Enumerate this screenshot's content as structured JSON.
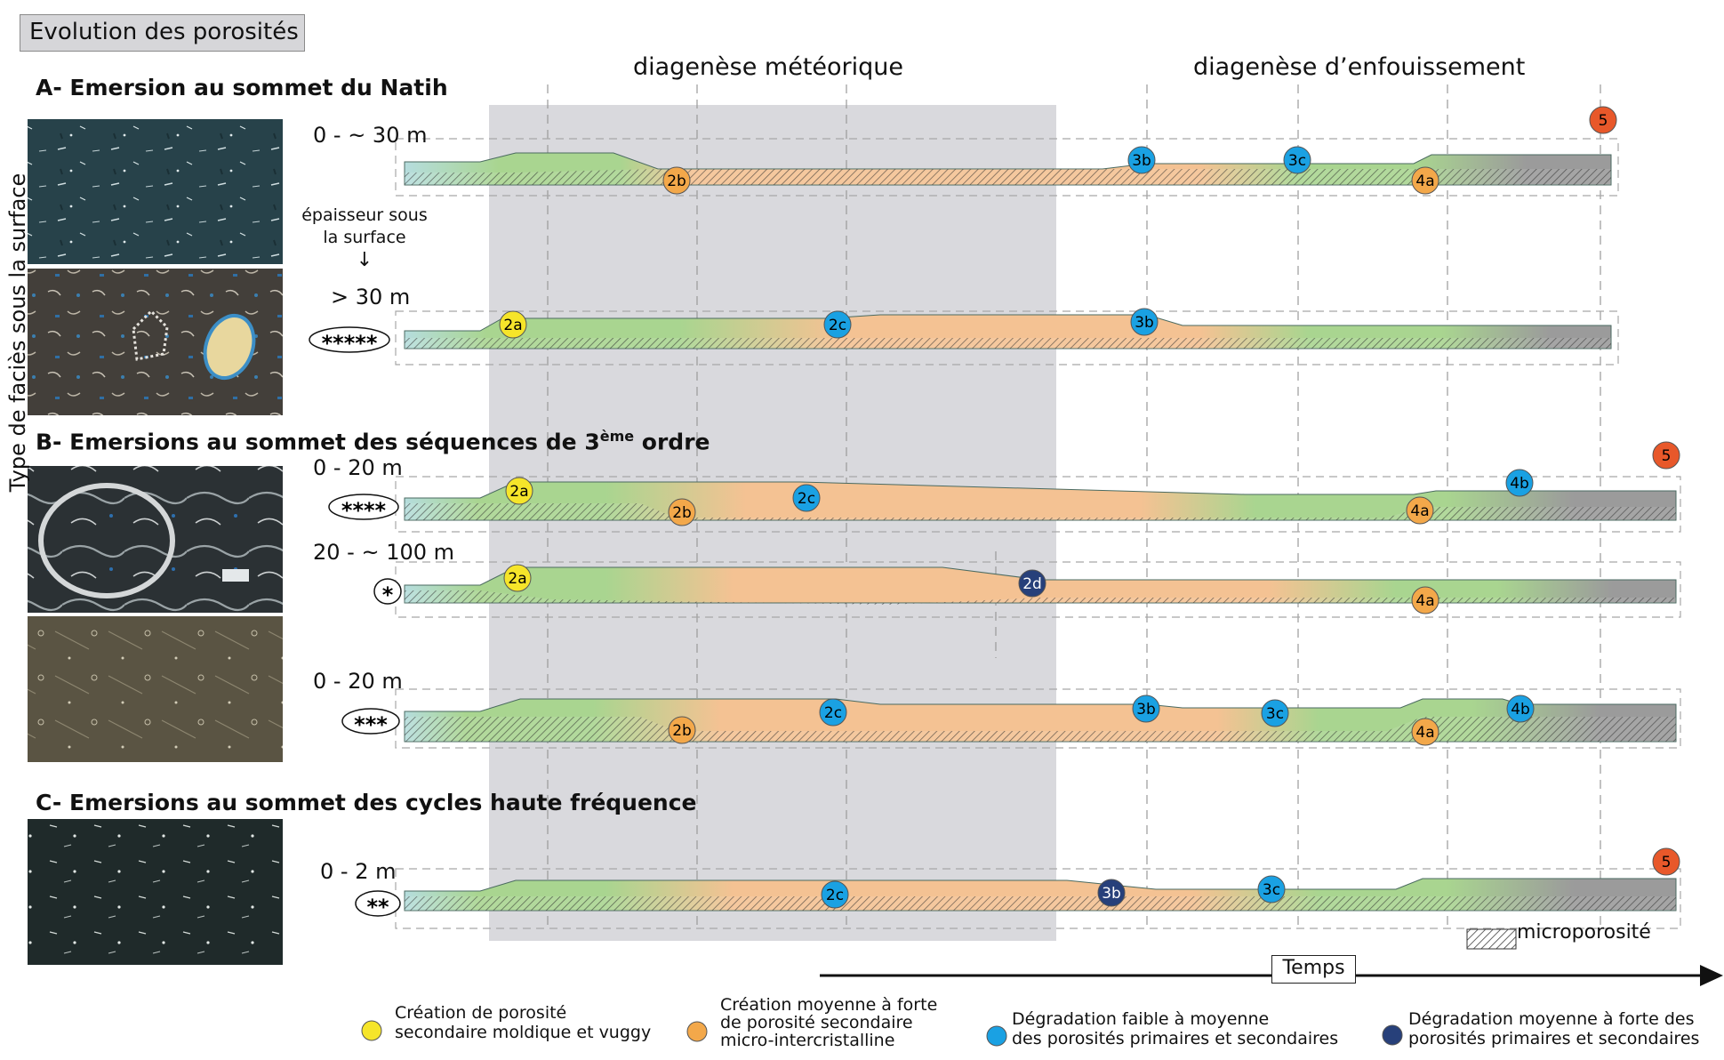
{
  "title": "Evolution des porosités",
  "side_label": "Type de faciès sous la surface",
  "phases": {
    "meteoric": "diagenèse météorique",
    "burial": "diagenèse d’enfouissement"
  },
  "sections": {
    "A": "A- Emersion au sommet du Natih",
    "B_prefix": "B- Emersions au sommet des séquences de 3",
    "B_sup": "ème",
    "B_suffix": " ordre",
    "C": "C- Emersions au sommet des cycles haute fréquence"
  },
  "annotation": {
    "line1": "épaisseur sous",
    "line2": "la surface",
    "arrow": "↓"
  },
  "rows": [
    {
      "thickness": "0 - ~ 30 m",
      "stars": "",
      "badges": [
        "2b",
        "3b",
        "3c",
        "4a",
        "5"
      ]
    },
    {
      "thickness": "> 30 m",
      "stars": "*****",
      "badges": [
        "2a",
        "2c",
        "3b"
      ]
    },
    {
      "thickness": "0 - 20 m",
      "stars": "****",
      "badges": [
        "2a",
        "2b",
        "2c",
        "4a",
        "4b",
        "5"
      ]
    },
    {
      "thickness": "20 - ~ 100 m",
      "stars": "*",
      "badges": [
        "2a",
        "2d",
        "4a"
      ]
    },
    {
      "thickness": "0 - 20 m",
      "stars": "***",
      "badges": [
        "2b",
        "2c",
        "3b",
        "3c",
        "4a",
        "4b"
      ]
    },
    {
      "thickness": "0 - 2 m",
      "stars": "**",
      "badges": [
        "2c",
        "3b",
        "3c",
        "5"
      ]
    }
  ],
  "legend": [
    {
      "color": "#f6e52a",
      "line1": "Création de porosité",
      "line2": "secondaire moldique et vuggy",
      "line3": ""
    },
    {
      "color": "#f3a84a",
      "line1": "Création moyenne à forte",
      "line2": "de porosité secondaire",
      "line3": "micro-intercristalline"
    },
    {
      "color": "#1aa1e3",
      "line1": "Dégradation faible à moyenne",
      "line2": "des porosités primaires et secondaires",
      "line3": ""
    },
    {
      "color": "#27407a",
      "line1": "Dégradation moyenne à forte des",
      "line2": "porosités primaires et secondaires",
      "line3": ""
    }
  ],
  "microporosity_label": "microporosité",
  "time_label": "Temps",
  "colors": {
    "title_bg": "#d6d6d9",
    "meteoric_zone": "#d9d9dd",
    "start": "#b6dde0",
    "green": "#a9d590",
    "orange": "#f4c293",
    "gray": "#9b9b9b",
    "yellow_badge": "#f6e52a",
    "orange_badge": "#f3a84a",
    "blue_badge": "#1aa1e3",
    "navy_badge": "#27407a",
    "red_badge": "#e8582a"
  }
}
